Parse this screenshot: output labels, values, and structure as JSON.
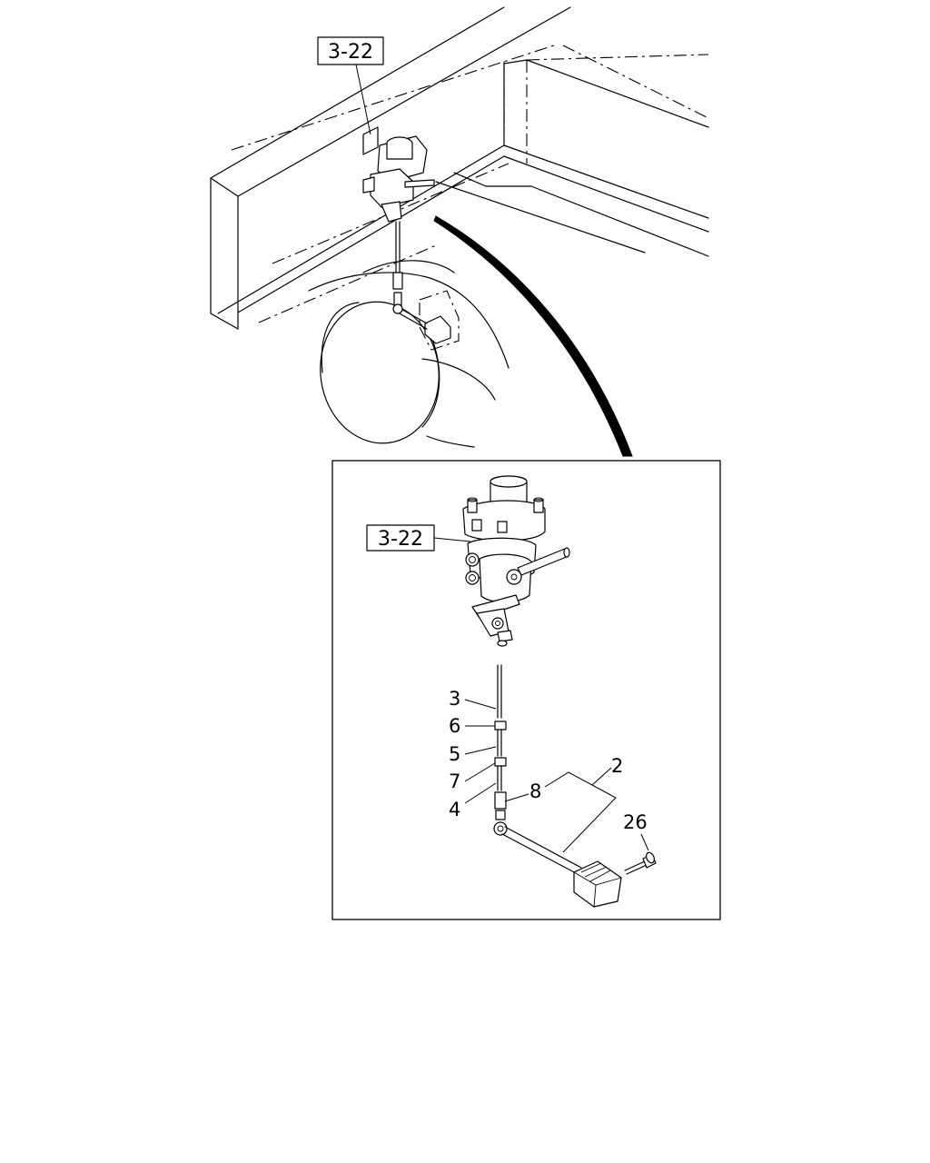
{
  "references": {
    "top": "3-22",
    "detail": "3-22"
  },
  "part_numbers": {
    "p3": "3",
    "p6": "6",
    "p5": "5",
    "p7": "7",
    "p4": "4",
    "p8": "8",
    "p2": "2",
    "p26": "26"
  }
}
